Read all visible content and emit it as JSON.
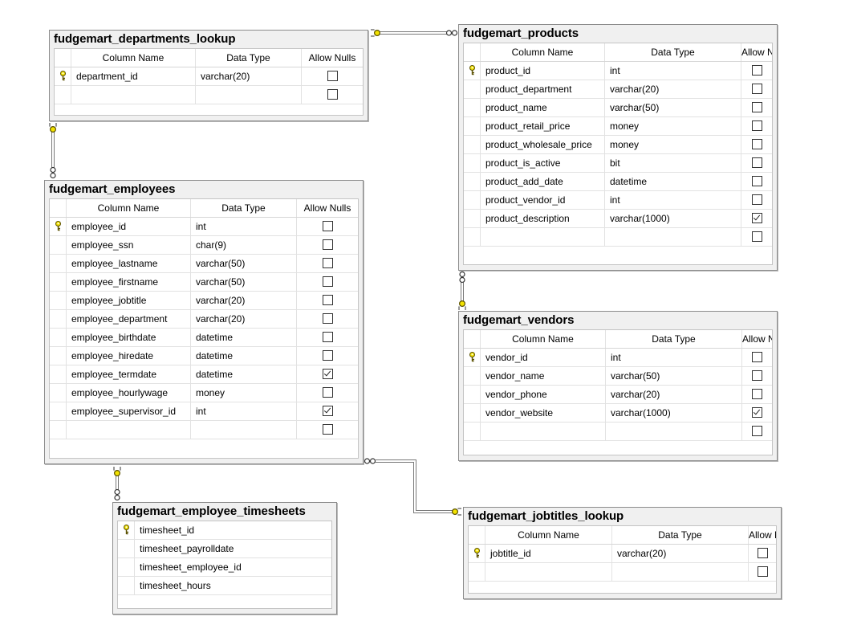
{
  "headers": {
    "column_name": "Column Name",
    "data_type": "Data Type",
    "allow_nulls": "Allow Nulls"
  },
  "colors": {
    "key_fill": "#f2e200",
    "key_stroke": "#5a5000",
    "line": "#7a7a7a"
  },
  "tables": [
    {
      "id": "fudgemart_departments_lookup",
      "title": "fudgemart_departments_lookup",
      "has_nulls_column": true,
      "columns": [
        {
          "name": "department_id",
          "type": "varchar(20)",
          "pk": true,
          "nullable": false
        }
      ],
      "blank_row": true
    },
    {
      "id": "fudgemart_products",
      "title": "fudgemart_products",
      "has_nulls_column": true,
      "columns": [
        {
          "name": "product_id",
          "type": "int",
          "pk": true,
          "nullable": false
        },
        {
          "name": "product_department",
          "type": "varchar(20)",
          "pk": false,
          "nullable": false
        },
        {
          "name": "product_name",
          "type": "varchar(50)",
          "pk": false,
          "nullable": false
        },
        {
          "name": "product_retail_price",
          "type": "money",
          "pk": false,
          "nullable": false
        },
        {
          "name": "product_wholesale_price",
          "type": "money",
          "pk": false,
          "nullable": false
        },
        {
          "name": "product_is_active",
          "type": "bit",
          "pk": false,
          "nullable": false
        },
        {
          "name": "product_add_date",
          "type": "datetime",
          "pk": false,
          "nullable": false
        },
        {
          "name": "product_vendor_id",
          "type": "int",
          "pk": false,
          "nullable": false
        },
        {
          "name": "product_description",
          "type": "varchar(1000)",
          "pk": false,
          "nullable": true
        }
      ],
      "blank_row": true
    },
    {
      "id": "fudgemart_employees",
      "title": "fudgemart_employees",
      "has_nulls_column": true,
      "columns": [
        {
          "name": "employee_id",
          "type": "int",
          "pk": true,
          "nullable": false
        },
        {
          "name": "employee_ssn",
          "type": "char(9)",
          "pk": false,
          "nullable": false
        },
        {
          "name": "employee_lastname",
          "type": "varchar(50)",
          "pk": false,
          "nullable": false
        },
        {
          "name": "employee_firstname",
          "type": "varchar(50)",
          "pk": false,
          "nullable": false
        },
        {
          "name": "employee_jobtitle",
          "type": "varchar(20)",
          "pk": false,
          "nullable": false
        },
        {
          "name": "employee_department",
          "type": "varchar(20)",
          "pk": false,
          "nullable": false
        },
        {
          "name": "employee_birthdate",
          "type": "datetime",
          "pk": false,
          "nullable": false
        },
        {
          "name": "employee_hiredate",
          "type": "datetime",
          "pk": false,
          "nullable": false
        },
        {
          "name": "employee_termdate",
          "type": "datetime",
          "pk": false,
          "nullable": true
        },
        {
          "name": "employee_hourlywage",
          "type": "money",
          "pk": false,
          "nullable": false
        },
        {
          "name": "employee_supervisor_id",
          "type": "int",
          "pk": false,
          "nullable": true
        }
      ],
      "blank_row": true
    },
    {
      "id": "fudgemart_vendors",
      "title": "fudgemart_vendors",
      "has_nulls_column": true,
      "columns": [
        {
          "name": "vendor_id",
          "type": "int",
          "pk": true,
          "nullable": false
        },
        {
          "name": "vendor_name",
          "type": "varchar(50)",
          "pk": false,
          "nullable": false
        },
        {
          "name": "vendor_phone",
          "type": "varchar(20)",
          "pk": false,
          "nullable": false
        },
        {
          "name": "vendor_website",
          "type": "varchar(1000)",
          "pk": false,
          "nullable": true
        }
      ],
      "blank_row": true
    },
    {
      "id": "fudgemart_employee_timesheets",
      "title": "fudgemart_employee_timesheets",
      "has_nulls_column": false,
      "columns": [
        {
          "name": "timesheet_id",
          "pk": true
        },
        {
          "name": "timesheet_payrolldate",
          "pk": false
        },
        {
          "name": "timesheet_employee_id",
          "pk": false
        },
        {
          "name": "timesheet_hours",
          "pk": false
        }
      ],
      "blank_row": false
    },
    {
      "id": "fudgemart_jobtitles_lookup",
      "title": "fudgemart_jobtitles_lookup",
      "has_nulls_column": true,
      "columns": [
        {
          "name": "jobtitle_id",
          "type": "varchar(20)",
          "pk": true,
          "nullable": false
        }
      ],
      "blank_row": true
    }
  ],
  "relationships": [
    {
      "from": "fudgemart_products",
      "to": "fudgemart_departments_lookup",
      "one_end": "fudgemart_departments_lookup"
    },
    {
      "from": "fudgemart_employees",
      "to": "fudgemart_departments_lookup",
      "one_end": "fudgemart_departments_lookup"
    },
    {
      "from": "fudgemart_products",
      "to": "fudgemart_vendors",
      "one_end": "fudgemart_vendors"
    },
    {
      "from": "fudgemart_employee_timesheets",
      "to": "fudgemart_employees",
      "one_end": "fudgemart_employees"
    },
    {
      "from": "fudgemart_employees",
      "to": "fudgemart_jobtitles_lookup",
      "one_end": "fudgemart_jobtitles_lookup"
    }
  ]
}
